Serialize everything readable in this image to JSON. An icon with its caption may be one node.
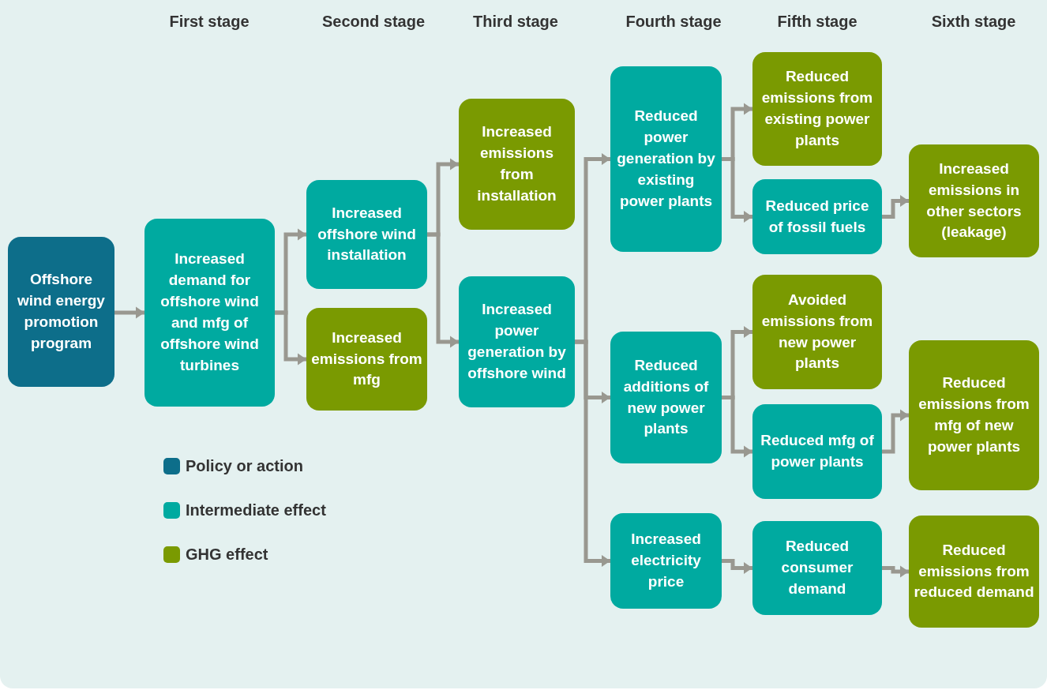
{
  "diagram": {
    "nodes": [
      {
        "text": [
          "Offshore wind energy promotion program"
        ]
      },
      {
        "text": [
          "Increased demand for offshore wind and mfg of offshore wind turbines"
        ]
      },
      {
        "text": [
          "Increased offshore wind installation"
        ]
      },
      {
        "text": [
          "Increased emissions from mfg"
        ]
      },
      {
        "text": [
          "Increased emissions from installation"
        ]
      },
      {
        "text": [
          "Increased power generation by offshore wind"
        ]
      },
      {
        "text": [
          "Reduced power generation by existing power plants"
        ]
      },
      {
        "text": [
          "Reduced additions of new power plants"
        ]
      },
      {
        "text": [
          "Increased electricity price"
        ]
      },
      {
        "text": [
          "Reduced emissions from existing power plants"
        ]
      },
      {
        "text": [
          "Reduced price of fossil fuels"
        ]
      },
      {
        "text": [
          "Avoided emissions from new power plants"
        ]
      },
      {
        "text": [
          "Reduced mfg of power plants"
        ]
      },
      {
        "text": [
          "Reduced consumer demand"
        ]
      },
      {
        "text": [
          "Increased emissions in other sectors (leakage)"
        ]
      },
      {
        "text": [
          "Reduced emissions from mfg of new power plants"
        ]
      },
      {
        "text": [
          "Reduced emissions from reduced demand"
        ]
      }
    ],
    "edges": [
      {
        "from": 0,
        "to": 1,
        "arrow": "to"
      },
      {
        "from": 1,
        "to": 2,
        "arrow": "to"
      },
      {
        "from": 1,
        "to": 3,
        "arrow": "to"
      },
      {
        "from": 2,
        "to": 4,
        "arrow": "to"
      },
      {
        "from": 2,
        "to": 5,
        "arrow": "to"
      },
      {
        "from": 5,
        "to": 6,
        "arrow": "to"
      },
      {
        "from": 5,
        "to": 7,
        "arrow": "to"
      },
      {
        "from": 5,
        "to": 8,
        "arrow": "to"
      },
      {
        "from": 6,
        "to": 9,
        "arrow": "to"
      },
      {
        "from": 6,
        "to": 10,
        "arrow": "to"
      },
      {
        "from": 7,
        "to": 11,
        "arrow": "to"
      },
      {
        "from": 7,
        "to": 12,
        "arrow": "to"
      },
      {
        "from": 8,
        "to": 13,
        "arrow": "to"
      },
      {
        "from": 10,
        "to": 14,
        "arrow": "to"
      },
      {
        "from": 12,
        "to": 15,
        "arrow": "to"
      },
      {
        "from": 13,
        "to": 16,
        "arrow": "to"
      }
    ],
    "labels": [
      "First stage",
      "Second stage",
      "Third stage",
      "Fourth stage",
      "Fifth stage",
      "Sixth stage"
    ],
    "legend": [
      {
        "text": "Policy or action",
        "color": "#0d6e8a"
      },
      {
        "text": "Intermediate effect",
        "color": "#00aaa0"
      },
      {
        "text": "GHG effect",
        "color": "#7a9a01"
      }
    ]
  }
}
